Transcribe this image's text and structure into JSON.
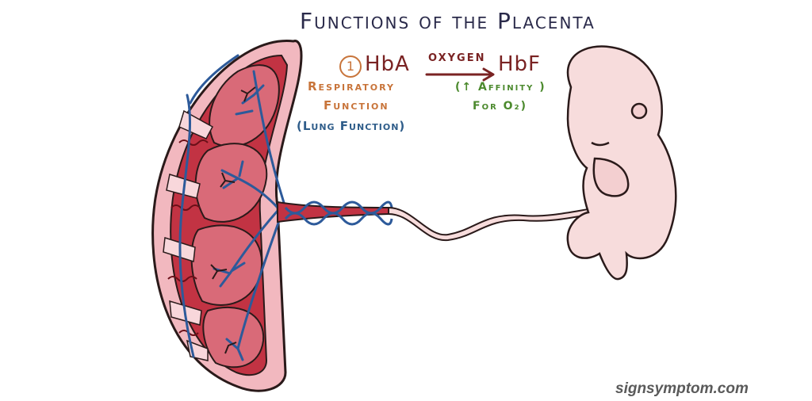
{
  "title": "Functions of the Placenta",
  "step_number": "1",
  "hba_label": "HbA",
  "arrow_label": "OXYGEN",
  "hbf_label": "HbF",
  "respiratory_line1": "Respiratory",
  "respiratory_line2": "Function",
  "lung_note": "(Lung Function)",
  "affinity_line1": "(↑ Affinity )",
  "affinity_line2": "For O₂)",
  "watermark": "signsymptom.com",
  "colors": {
    "placenta_outline": "#2a1a1a",
    "placenta_outer": "#f2b8bf",
    "placenta_inner": "#d96a78",
    "maternal_blood": "#b0202c",
    "fetal_vessel": "#2d5a9a",
    "fetus_skin": "#f7dcdc",
    "title": "#2a2a4a",
    "orange": "#c8743a",
    "maroon": "#7a2323",
    "blue": "#2f5d8a",
    "green": "#4c8a2e"
  }
}
